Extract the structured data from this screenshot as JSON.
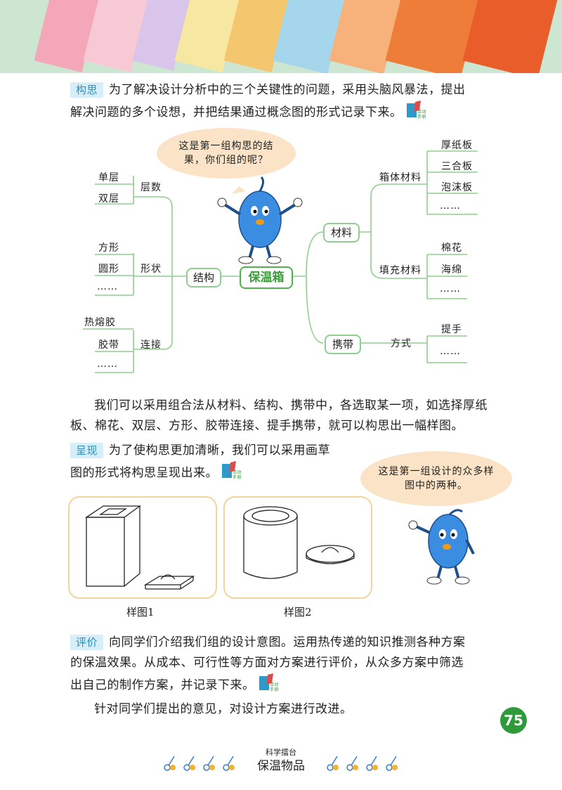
{
  "sections": {
    "gousi": {
      "tag": "构思",
      "line1": "为了解决设计分析中的三个关键性的问题，采用头脑风暴法，提出",
      "line2": "解决问题的多个设想，并把结果通过概念图的形式记录下来。"
    },
    "combine": {
      "line1": "我们可以采用组合法从材料、结构、携带中，各选取某一项，如选择厚纸",
      "line2": "板、棉花、双层、方形、胶带连接、提手携带，就可以构思出一幅样图。"
    },
    "chengxian": {
      "tag": "呈现",
      "line1": "为了使构思更加清晰，我们可以采用画草",
      "line2": "图的形式将构思呈现出来。"
    },
    "pingjia": {
      "tag": "评价",
      "line1": "向同学们介绍我们组的设计意图。运用热传递的知识推测各种方案",
      "line2": "的保温效果。从成本、可行性等方面对方案进行评价，从众多方案中筛选",
      "line3": "出自己的制作方案，并记录下来。"
    },
    "improve": "针对同学们提出的意见，对设计方案进行改进。"
  },
  "manual_icon_text": [
    "活动",
    "手册"
  ],
  "concept_map": {
    "center": "保温箱",
    "structure": {
      "label": "结构",
      "layers": {
        "label": "层数",
        "items": [
          "单层",
          "双层"
        ]
      },
      "shape": {
        "label": "形状",
        "items": [
          "方形",
          "圆形",
          "……"
        ]
      },
      "connect": {
        "label": "连接",
        "items": [
          "热熔胶",
          "胶带",
          "……"
        ]
      }
    },
    "material": {
      "label": "材料",
      "box": {
        "label": "箱体材料",
        "items": [
          "厚纸板",
          "三合板",
          "泡沫板",
          "……"
        ]
      },
      "fill": {
        "label": "填充材料",
        "items": [
          "棉花",
          "海绵",
          "……"
        ]
      }
    },
    "carry": {
      "label": "携带",
      "method": {
        "label": "方式",
        "items": [
          "提手",
          "……"
        ]
      }
    }
  },
  "bubbles": {
    "top": "这是第一组构思的结果，你们组的呢？",
    "right": "这是第一组设计的众多样图中的两种。"
  },
  "captions": [
    "样图1",
    "样图2"
  ],
  "page_number": "75",
  "footer": {
    "series": "科学擂台",
    "title": "保温物品"
  }
}
